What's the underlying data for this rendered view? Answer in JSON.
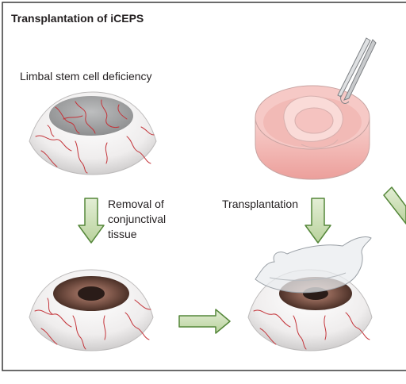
{
  "title": "Transplantation of iCEPS",
  "labels": {
    "limbal_deficiency": "Limbal stem cell deficiency",
    "removal": "Removal of\nconjunctival\ntissue",
    "transplantation": "Transplantation"
  },
  "colors": {
    "frame": "#3a3a3a",
    "arrow_fill": "#c9ddb4",
    "arrow_stroke": "#55873a",
    "sclera": "#f3f1f1",
    "vessel": "#c4343a",
    "iris": "#6e4a3d",
    "opaque_cornea": "#a7a8a9",
    "dish_pink": "#f2b9b6"
  }
}
